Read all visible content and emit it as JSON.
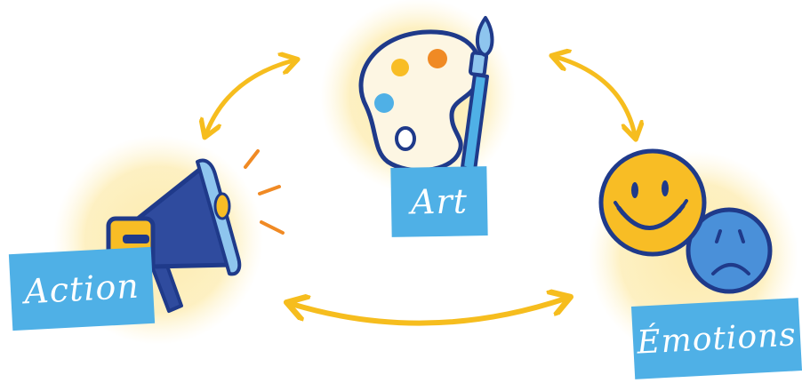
{
  "diagram": {
    "nodes": [
      {
        "id": "art",
        "label": "Art",
        "icon": "palette-icon"
      },
      {
        "id": "action",
        "label": "Action",
        "icon": "megaphone-icon"
      },
      {
        "id": "emotions",
        "label": "Émotions",
        "icon": "smiley-faces-icon"
      }
    ],
    "edges": [
      {
        "from": "action",
        "to": "art",
        "type": "bidirectional"
      },
      {
        "from": "art",
        "to": "emotions",
        "type": "bidirectional"
      },
      {
        "from": "action",
        "to": "emotions",
        "type": "bidirectional"
      }
    ],
    "colors": {
      "label_bg": "#4fb0e6",
      "label_text": "#ffffff",
      "glow": "#fde9a8",
      "arrow": "#f6bd1e",
      "outline": "#1f3a8a",
      "palette_fill": "#fdf6e3",
      "face_yellow": "#f8bd25",
      "face_blue": "#4a90d9",
      "megaphone_blue": "#2f4b9e",
      "megaphone_light": "#8ec5ee",
      "accent_orange": "#f08a24"
    }
  }
}
